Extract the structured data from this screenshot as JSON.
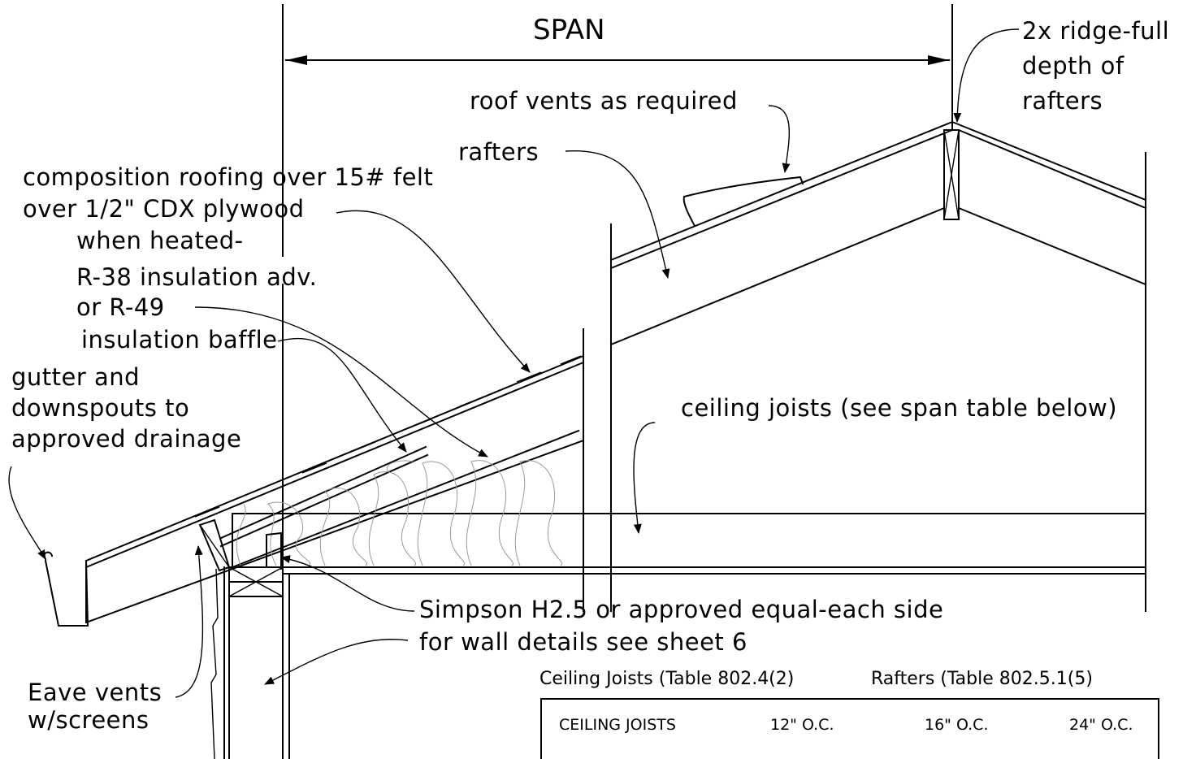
{
  "dimension": {
    "span": "SPAN"
  },
  "labels": {
    "ridge_line1": "2x ridge-full",
    "ridge_line2": "depth of",
    "ridge_line3": "rafters",
    "roof_vents": "roof vents as required",
    "rafters": "rafters",
    "roofing_line1": "composition roofing over 15# felt",
    "roofing_line2": "over 1/2\" CDX plywood",
    "heated_line1": "when heated-",
    "heated_line2": "R-38 insulation adv.",
    "heated_line3": "or R-49",
    "baffle": "insulation baffle",
    "gutter_line1": "gutter and",
    "gutter_line2": "downspouts to",
    "gutter_line3": "approved drainage",
    "ceiling_joists": "ceiling joists (see span table below)",
    "simpson": "Simpson H2.5 or approved equal-each side",
    "wall_details": "for wall details see sheet 6",
    "eave_line1": "Eave vents",
    "eave_line2": "w/screens"
  },
  "table": {
    "caption_left": "Ceiling Joists (Table 802.4(2)",
    "caption_right": "Rafters (Table 802.5.1(5)",
    "header": [
      "CEILING JOISTS",
      "12\" O.C.",
      "16\" O.C.",
      "24\" O.C."
    ]
  }
}
